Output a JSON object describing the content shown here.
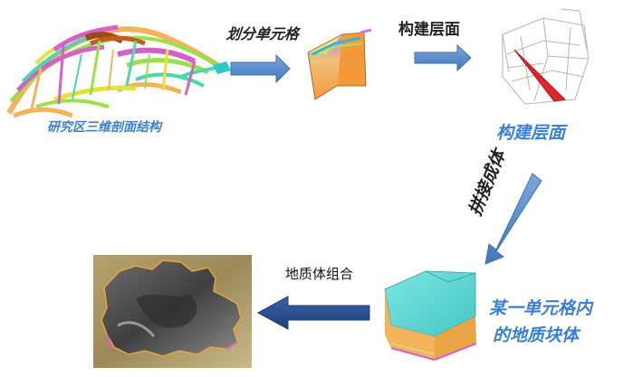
{
  "labels": {
    "divide_units": "划分单元格",
    "build_layers_top": "构建层面",
    "study_area": "研究区三维剖面结构",
    "build_layers_blue": "构建层面",
    "stitch_body": "拼接成体",
    "combine_bodies": "地质体组合",
    "unit_body_line1": "某一单元格内",
    "unit_body_line2": "的地质块体"
  },
  "colors": {
    "arrow_light": "#5b8fd0",
    "arrow_dark": "#2f5597",
    "blue_text": "#3b7fd0",
    "face_red": "#e0242a",
    "cyan_top": "#67dcd9",
    "orange_side": "#f2b35a",
    "magenta_side": "#d65fc9"
  }
}
